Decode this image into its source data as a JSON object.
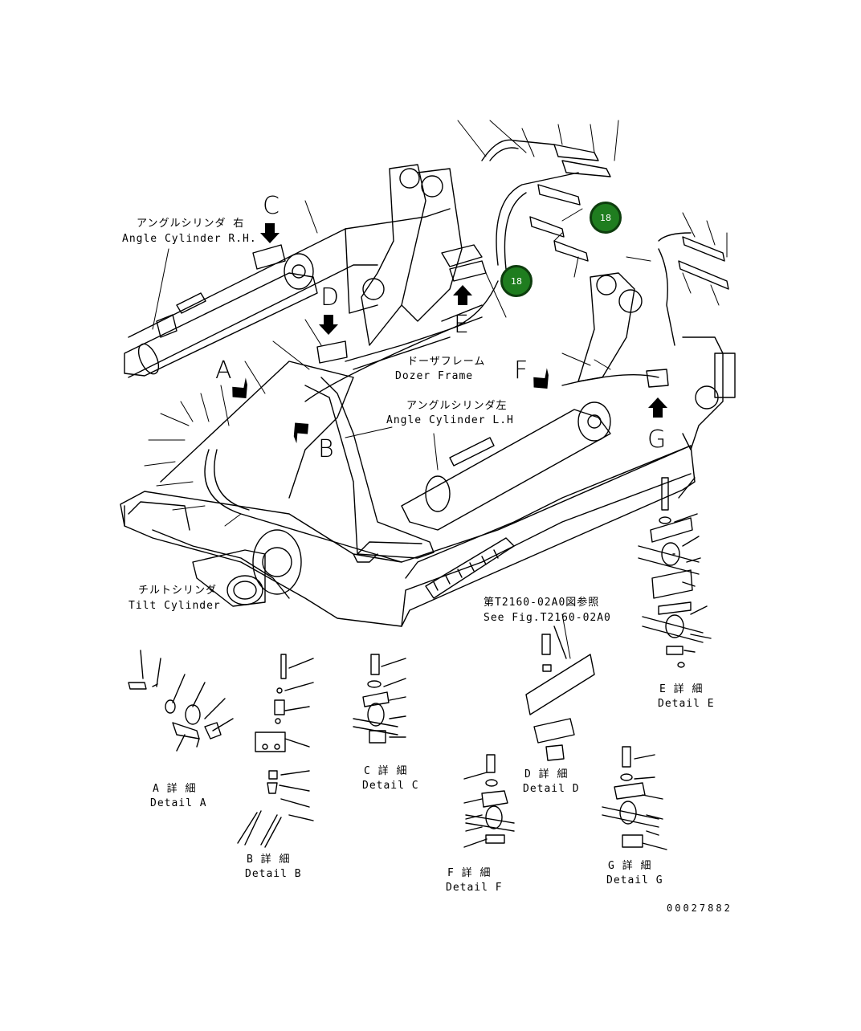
{
  "callouts": [
    {
      "id": "callout-18-top",
      "label": "18"
    },
    {
      "id": "callout-18-mid",
      "label": "18"
    }
  ],
  "labels": {
    "angle_cyl_rh_jp": "アングルシリンダ 右",
    "angle_cyl_rh_en": "Angle Cylinder R.H.",
    "dozer_frame_jp": "ドーザフレーム",
    "dozer_frame_en": "Dozer Frame",
    "angle_cyl_lh_jp": "アングルシリンダ左",
    "angle_cyl_lh_en": "Angle Cylinder L.H",
    "tilt_cyl_jp": "チルトシリンダ",
    "tilt_cyl_en": "Tilt Cylinder",
    "see_fig_jp": "第T2160-02A0図参照",
    "see_fig_en": "See Fig.T2160-02A0"
  },
  "view_letters": {
    "a": "A",
    "b": "B",
    "c": "C",
    "d": "D",
    "e": "E",
    "f": "F",
    "g": "G"
  },
  "details": {
    "a_jp": "A 詳 細",
    "a_en": "Detail A",
    "b_jp": "B 詳 細",
    "b_en": "Detail B",
    "c_jp": "C 詳 細",
    "c_en": "Detail C",
    "d_jp": "D 詳 細",
    "d_en": "Detail D",
    "e_jp": "E 詳 細",
    "e_en": "Detail E",
    "f_jp": "F 詳 細",
    "f_en": "Detail F",
    "g_jp": "G 詳 細",
    "g_en": "Detail G"
  },
  "drawing_number": "00027882",
  "colors": {
    "callout_fill": "#1f7d1f",
    "callout_border": "#0e3d0e",
    "line": "#000000",
    "background": "#ffffff"
  }
}
